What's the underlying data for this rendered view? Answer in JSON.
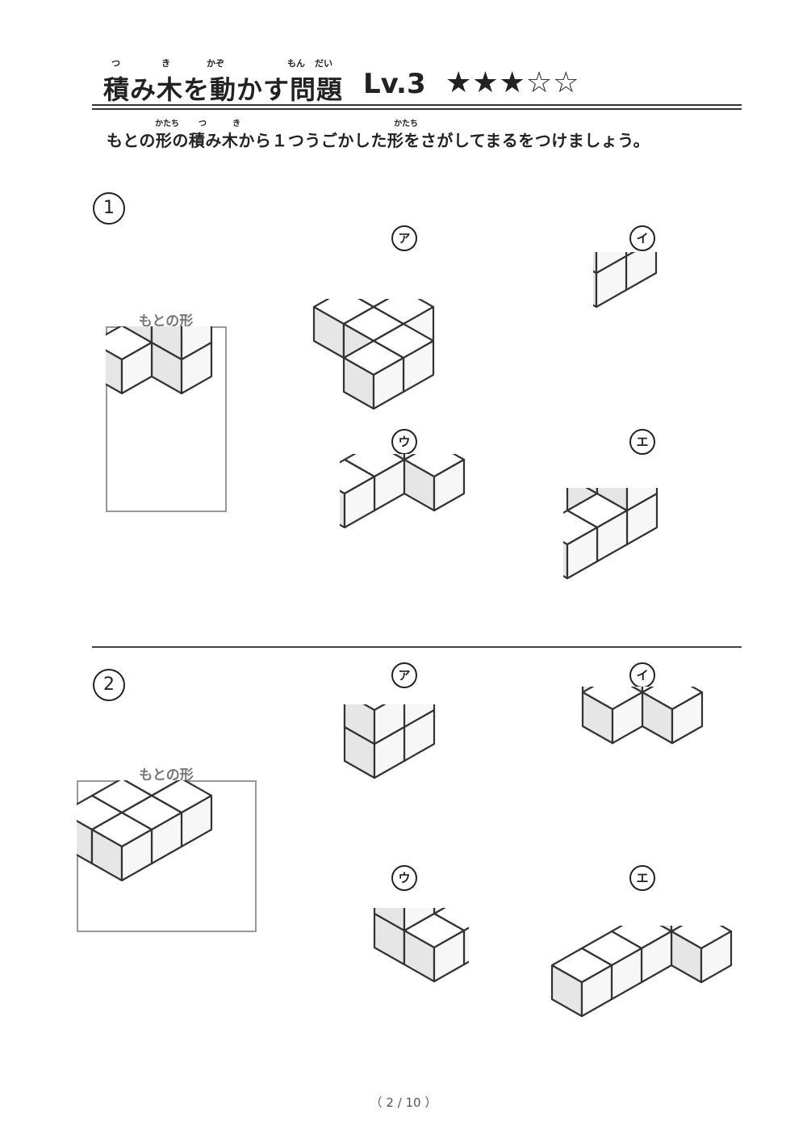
{
  "header": {
    "title": "積み木を動かす問題",
    "level": "Lv.3",
    "stars": "★★★☆☆",
    "ruby": [
      "つ",
      "き",
      "かぞ",
      "もん",
      "だい"
    ]
  },
  "instruction": {
    "text": "もとの形の積み木から１つうごかした形をさがしてまるをつけましょう。",
    "ruby": [
      "かたち",
      "つ",
      "き",
      "かたち"
    ]
  },
  "questions": [
    {
      "number": "1",
      "original_label": "もとの形",
      "options": [
        "ア",
        "イ",
        "ウ",
        "エ"
      ]
    },
    {
      "number": "2",
      "original_label": "もとの形",
      "options": [
        "ア",
        "イ",
        "ウ",
        "エ"
      ]
    }
  ],
  "footer": {
    "page": "（ 2 / 10 ）"
  },
  "colors": {
    "top": "#ffffff",
    "left": "#e6e6e6",
    "right": "#f7f7f7",
    "stroke": "#333333"
  }
}
